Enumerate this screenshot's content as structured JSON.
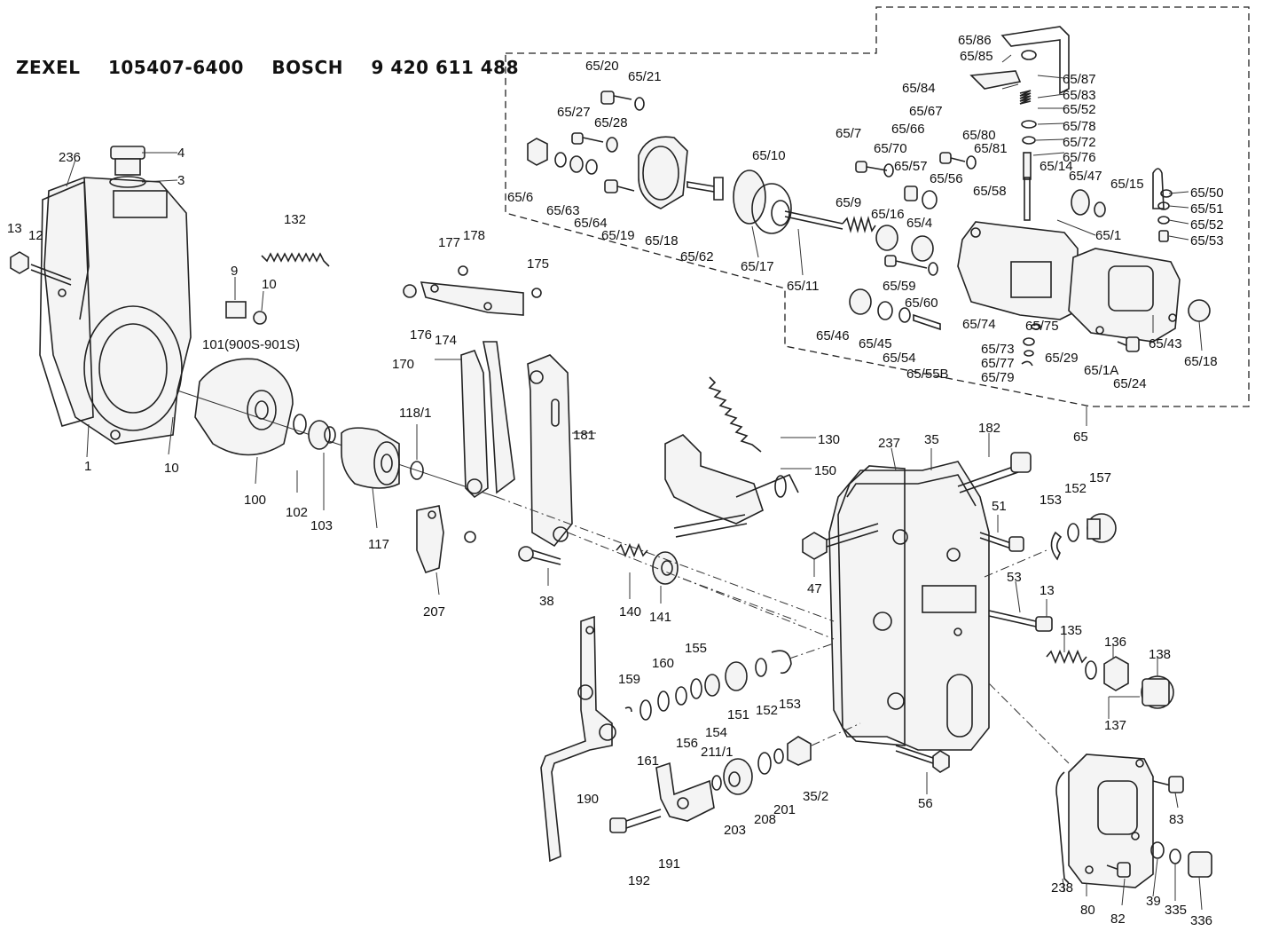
{
  "header": {
    "brand1": "ZEXEL",
    "partno1": "105407-6400",
    "brand2": "BOSCH",
    "partno2": "9 420 611 488"
  },
  "labels": [
    {
      "id": "1",
      "t": "1"
    },
    {
      "id": "3",
      "t": "3"
    },
    {
      "id": "4",
      "t": "4"
    },
    {
      "id": "9",
      "t": "9"
    },
    {
      "id": "10a",
      "t": "10"
    },
    {
      "id": "10b",
      "t": "10"
    },
    {
      "id": "12",
      "t": "12"
    },
    {
      "id": "13a",
      "t": "13"
    },
    {
      "id": "13b",
      "t": "13"
    },
    {
      "id": "35",
      "t": "35"
    },
    {
      "id": "35_2",
      "t": "35/2"
    },
    {
      "id": "38",
      "t": "38"
    },
    {
      "id": "39",
      "t": "39"
    },
    {
      "id": "47",
      "t": "47"
    },
    {
      "id": "51",
      "t": "51"
    },
    {
      "id": "53",
      "t": "53"
    },
    {
      "id": "56",
      "t": "56"
    },
    {
      "id": "65",
      "t": "65"
    },
    {
      "id": "80",
      "t": "80"
    },
    {
      "id": "82",
      "t": "82"
    },
    {
      "id": "83",
      "t": "83"
    },
    {
      "id": "100",
      "t": "100"
    },
    {
      "id": "101",
      "t": "101(900S-901S)"
    },
    {
      "id": "102",
      "t": "102"
    },
    {
      "id": "103",
      "t": "103"
    },
    {
      "id": "117",
      "t": "117"
    },
    {
      "id": "118_1",
      "t": "118/1"
    },
    {
      "id": "130",
      "t": "130"
    },
    {
      "id": "132",
      "t": "132"
    },
    {
      "id": "135",
      "t": "135"
    },
    {
      "id": "136",
      "t": "136"
    },
    {
      "id": "137",
      "t": "137"
    },
    {
      "id": "138",
      "t": "138"
    },
    {
      "id": "140",
      "t": "140"
    },
    {
      "id": "141",
      "t": "141"
    },
    {
      "id": "150",
      "t": "150"
    },
    {
      "id": "151",
      "t": "151"
    },
    {
      "id": "152a",
      "t": "152"
    },
    {
      "id": "152b",
      "t": "152"
    },
    {
      "id": "153a",
      "t": "153"
    },
    {
      "id": "153b",
      "t": "153"
    },
    {
      "id": "154",
      "t": "154"
    },
    {
      "id": "155",
      "t": "155"
    },
    {
      "id": "156",
      "t": "156"
    },
    {
      "id": "157",
      "t": "157"
    },
    {
      "id": "159",
      "t": "159"
    },
    {
      "id": "160",
      "t": "160"
    },
    {
      "id": "161",
      "t": "161"
    },
    {
      "id": "170",
      "t": "170"
    },
    {
      "id": "174",
      "t": "174"
    },
    {
      "id": "175",
      "t": "175"
    },
    {
      "id": "176",
      "t": "176"
    },
    {
      "id": "177",
      "t": "177"
    },
    {
      "id": "178",
      "t": "178"
    },
    {
      "id": "181",
      "t": "181"
    },
    {
      "id": "182",
      "t": "182"
    },
    {
      "id": "190",
      "t": "190"
    },
    {
      "id": "191",
      "t": "191"
    },
    {
      "id": "192",
      "t": "192"
    },
    {
      "id": "201",
      "t": "201"
    },
    {
      "id": "203",
      "t": "203"
    },
    {
      "id": "207",
      "t": "207"
    },
    {
      "id": "208",
      "t": "208"
    },
    {
      "id": "211_1",
      "t": "211/1"
    },
    {
      "id": "236",
      "t": "236"
    },
    {
      "id": "237",
      "t": "237"
    },
    {
      "id": "238",
      "t": "238"
    },
    {
      "id": "335",
      "t": "335"
    },
    {
      "id": "336",
      "t": "336"
    },
    {
      "id": "65_1",
      "t": "65/1"
    },
    {
      "id": "65_1A",
      "t": "65/1A"
    },
    {
      "id": "65_4",
      "t": "65/4"
    },
    {
      "id": "65_6",
      "t": "65/6"
    },
    {
      "id": "65_7",
      "t": "65/7"
    },
    {
      "id": "65_9",
      "t": "65/9"
    },
    {
      "id": "65_10",
      "t": "65/10"
    },
    {
      "id": "65_11",
      "t": "65/11"
    },
    {
      "id": "65_14",
      "t": "65/14"
    },
    {
      "id": "65_15",
      "t": "65/15"
    },
    {
      "id": "65_16",
      "t": "65/16"
    },
    {
      "id": "65_17",
      "t": "65/17"
    },
    {
      "id": "65_18a",
      "t": "65/18"
    },
    {
      "id": "65_18b",
      "t": "65/18"
    },
    {
      "id": "65_19",
      "t": "65/19"
    },
    {
      "id": "65_20",
      "t": "65/20"
    },
    {
      "id": "65_21",
      "t": "65/21"
    },
    {
      "id": "65_24",
      "t": "65/24"
    },
    {
      "id": "65_27",
      "t": "65/27"
    },
    {
      "id": "65_28",
      "t": "65/28"
    },
    {
      "id": "65_29",
      "t": "65/29"
    },
    {
      "id": "65_43",
      "t": "65/43"
    },
    {
      "id": "65_45",
      "t": "65/45"
    },
    {
      "id": "65_46",
      "t": "65/46"
    },
    {
      "id": "65_47",
      "t": "65/47"
    },
    {
      "id": "65_50",
      "t": "65/50"
    },
    {
      "id": "65_51",
      "t": "65/51"
    },
    {
      "id": "65_52a",
      "t": "65/52"
    },
    {
      "id": "65_52b",
      "t": "65/52"
    },
    {
      "id": "65_53",
      "t": "65/53"
    },
    {
      "id": "65_54",
      "t": "65/54"
    },
    {
      "id": "65_55B",
      "t": "65/55B"
    },
    {
      "id": "65_56",
      "t": "65/56"
    },
    {
      "id": "65_57",
      "t": "65/57"
    },
    {
      "id": "65_58",
      "t": "65/58"
    },
    {
      "id": "65_59",
      "t": "65/59"
    },
    {
      "id": "65_60",
      "t": "65/60"
    },
    {
      "id": "65_62",
      "t": "65/62"
    },
    {
      "id": "65_63",
      "t": "65/63"
    },
    {
      "id": "65_64",
      "t": "65/64"
    },
    {
      "id": "65_66",
      "t": "65/66"
    },
    {
      "id": "65_67",
      "t": "65/67"
    },
    {
      "id": "65_70",
      "t": "65/70"
    },
    {
      "id": "65_72",
      "t": "65/72"
    },
    {
      "id": "65_73",
      "t": "65/73"
    },
    {
      "id": "65_74",
      "t": "65/74"
    },
    {
      "id": "65_75",
      "t": "65/75"
    },
    {
      "id": "65_76",
      "t": "65/76"
    },
    {
      "id": "65_77",
      "t": "65/77"
    },
    {
      "id": "65_78",
      "t": "65/78"
    },
    {
      "id": "65_79",
      "t": "65/79"
    },
    {
      "id": "65_80",
      "t": "65/80"
    },
    {
      "id": "65_81",
      "t": "65/81"
    },
    {
      "id": "65_83",
      "t": "65/83"
    },
    {
      "id": "65_84",
      "t": "65/84"
    },
    {
      "id": "65_85",
      "t": "65/85"
    },
    {
      "id": "65_86",
      "t": "65/86"
    },
    {
      "id": "65_87",
      "t": "65/87"
    }
  ]
}
